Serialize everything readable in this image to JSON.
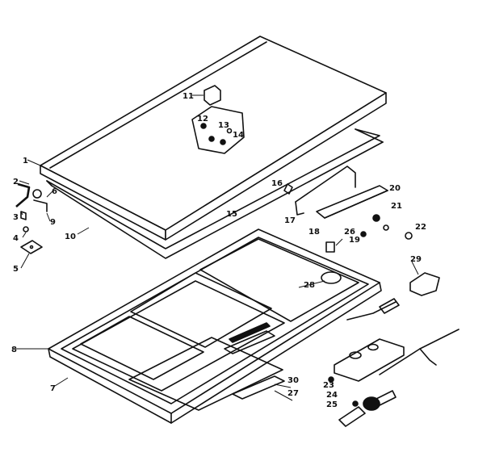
{
  "colors": {
    "line": "#111111",
    "background": "#ffffff"
  },
  "labels": {
    "p1": "1",
    "p2": "2",
    "p3": "3",
    "p4": "4",
    "p5": "5",
    "p6": "6",
    "p7": "7",
    "p8": "8",
    "p9": "9",
    "p10": "10",
    "p11": "11",
    "p12": "12",
    "p13": "13",
    "p14": "14",
    "p15": "15",
    "p16": "16",
    "p17": "17",
    "p18": "18",
    "p19": "19",
    "p20": "20",
    "p21": "21",
    "p22": "22",
    "p23": "23",
    "p24": "24",
    "p25": "25",
    "p26": "26",
    "p27": "27",
    "p28": "28",
    "p29": "29",
    "p30": "30"
  }
}
